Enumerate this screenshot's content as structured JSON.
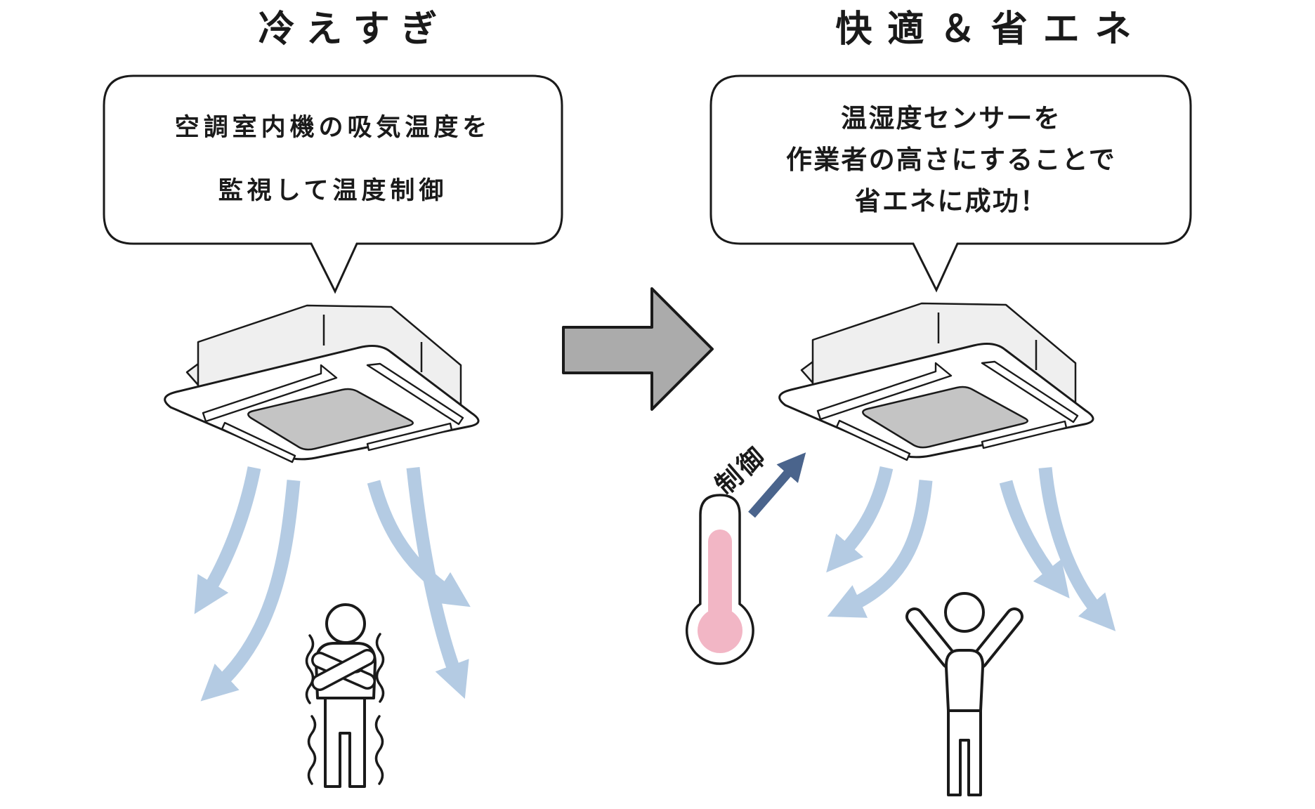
{
  "diagram": {
    "background_color": "#ffffff",
    "ink_color": "#1a1a1a"
  },
  "left_panel": {
    "title": "冷えすぎ",
    "bubble_lines": [
      "空調室内機の吸気温度を",
      "監視して温度制御"
    ]
  },
  "right_panel": {
    "title": "快適＆省エネ",
    "bubble_lines": [
      "温湿度センサーを",
      "作業者の高さにすることで",
      "省エネに成功！"
    ]
  },
  "center": {
    "control_label": "制御"
  },
  "colors": {
    "airflow_blue": "#b4cbe3",
    "transition_arrow_gray": "#ababab",
    "control_arrow_navy": "#4a648c",
    "thermometer_pink": "#f2b6c5",
    "ac_plenum_gray": "#efefef",
    "ac_intake_gray": "#c4c4c4",
    "outline_black": "#1a1a1a"
  },
  "icons": {
    "ac_unit": "ceiling-cassette-air-conditioner",
    "airflow": "curved-air-stream-arrow",
    "transition": "big-right-arrow",
    "cold_person": "shivering-person-crossed-arms",
    "happy_person": "person-with-raised-arms",
    "thermometer": "thermometer-bulb",
    "control_arrow": "diagonal-up-right-arrow"
  }
}
